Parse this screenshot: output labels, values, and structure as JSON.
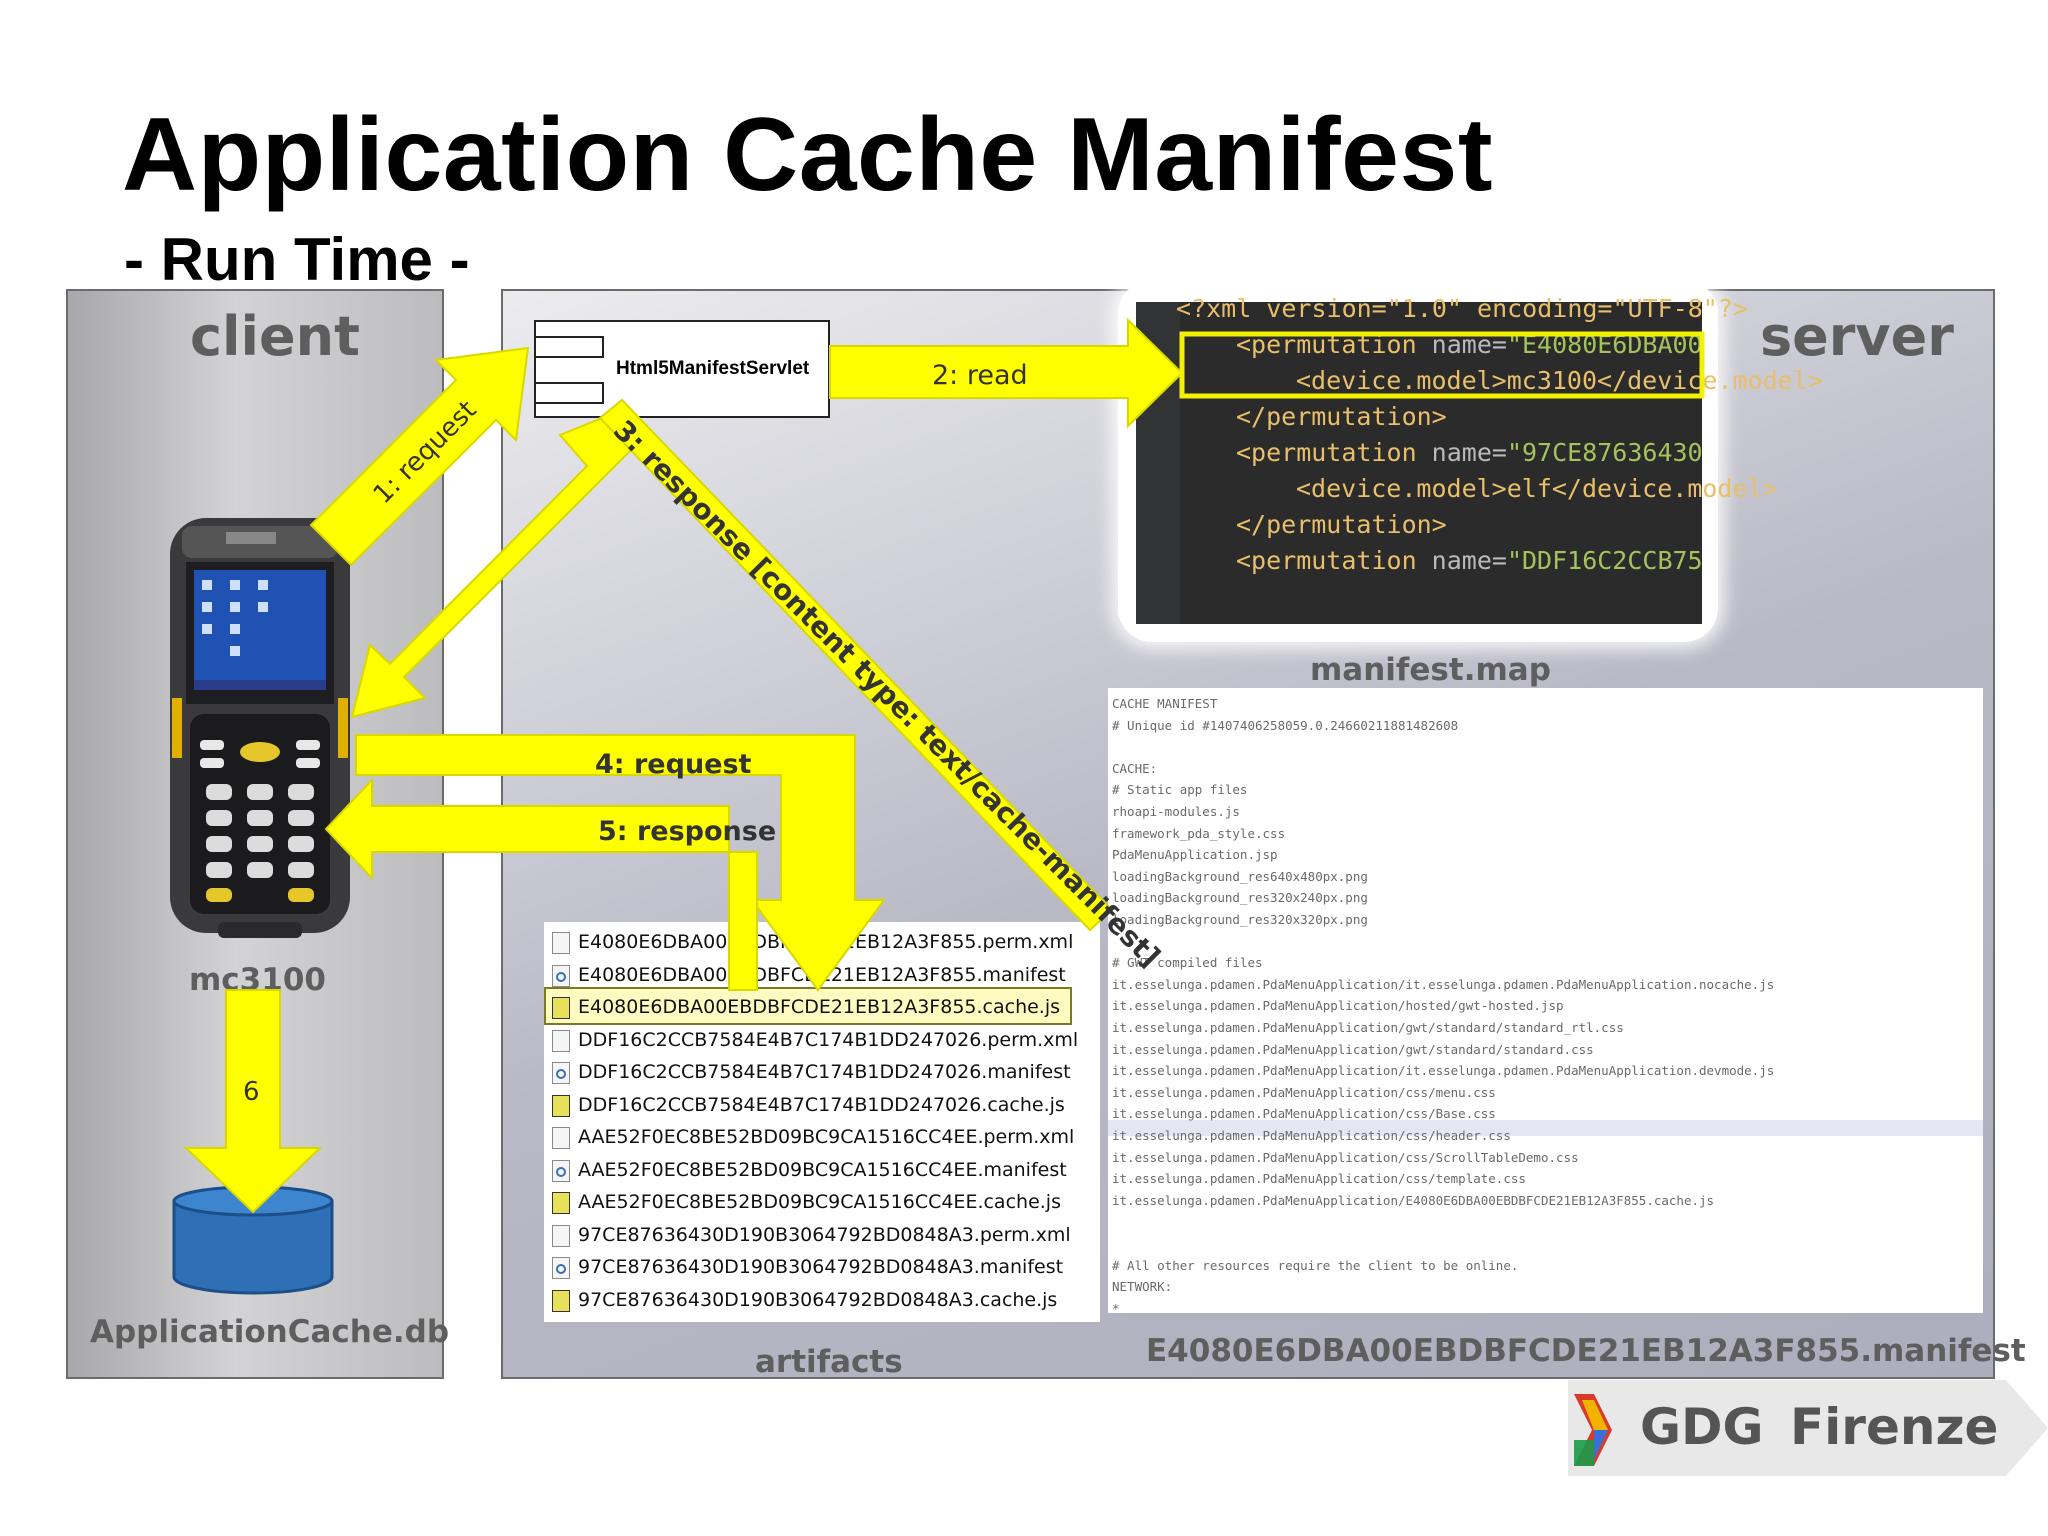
{
  "slide": {
    "title": "Application Cache Manifest",
    "subtitle": "- Run Time -"
  },
  "client": {
    "label": "client",
    "device_label": "mc3100",
    "db_label": "ApplicationCache.db"
  },
  "server": {
    "label": "server",
    "servlet_name": "Html5ManifestServlet",
    "map_caption": "manifest.map",
    "artifacts_caption": "artifacts",
    "manifest_caption": "E4080E6DBA00EBDBFCDE21EB12A3F855.manifest"
  },
  "arrows": {
    "request1": "1: request",
    "read2": "2: read",
    "response3": "3: response [content type: text/cache-manifest]",
    "request4": "4: request",
    "response5": "5: response",
    "store6": "6"
  },
  "code_lines": [
    {
      "tag": "<?xml version=\"1.0\" encoding=\"UTF-8\"?>",
      "indent": 0
    },
    {
      "tag": "<permutation",
      "attr": " name=",
      "val": "\"E4080E6DBA00",
      "indent": 1
    },
    {
      "tag": "<device.model>mc3100</device.model>",
      "indent": 2
    },
    {
      "tag": "</permutation>",
      "indent": 1
    },
    {
      "tag": "<permutation",
      "attr": " name=",
      "val": "\"97CE87636430",
      "indent": 1
    },
    {
      "tag": "<device.model>elf</device.model>",
      "indent": 2
    },
    {
      "tag": "</permutation>",
      "indent": 1
    },
    {
      "tag": "<permutation",
      "attr": " name=",
      "val": "\"DDF16C2CCB75",
      "indent": 1
    }
  ],
  "manifest_lines": [
    "CACHE MANIFEST",
    "# Unique id #1407406258059.0.24660211881482608",
    "",
    "CACHE:",
    "# Static app files",
    "rhoapi-modules.js",
    "framework_pda_style.css",
    "PdaMenuApplication.jsp",
    "loadingBackground_res640x480px.png",
    "loadingBackground_res320x240px.png",
    "loadingBackground_res320x320px.png",
    "",
    "# GWT compiled files",
    "it.esselunga.pdamen.PdaMenuApplication/it.esselunga.pdamen.PdaMenuApplication.nocache.js",
    "it.esselunga.pdamen.PdaMenuApplication/hosted/gwt-hosted.jsp",
    "it.esselunga.pdamen.PdaMenuApplication/gwt/standard/standard_rtl.css",
    "it.esselunga.pdamen.PdaMenuApplication/gwt/standard/standard.css",
    "it.esselunga.pdamen.PdaMenuApplication/it.esselunga.pdamen.PdaMenuApplication.devmode.js",
    "it.esselunga.pdamen.PdaMenuApplication/css/menu.css",
    "it.esselunga.pdamen.PdaMenuApplication/css/Base.css",
    "it.esselunga.pdamen.PdaMenuApplication/css/header.css",
    "it.esselunga.pdamen.PdaMenuApplication/css/ScrollTableDemo.css",
    "it.esselunga.pdamen.PdaMenuApplication/css/template.css",
    "it.esselunga.pdamen.PdaMenuApplication/E4080E6DBA00EBDBFCDE21EB12A3F855.cache.js",
    "",
    "",
    "# All other resources require the client to be online.",
    "NETWORK:",
    "*"
  ],
  "artifacts": [
    {
      "name": "E4080E6DBA00EBDBFCDE21EB12A3F855.perm.xml",
      "kind": "xml"
    },
    {
      "name": "E4080E6DBA00EBDBFCDE21EB12A3F855.manifest",
      "kind": "manifest"
    },
    {
      "name": "E4080E6DBA00EBDBFCDE21EB12A3F855.cache.js",
      "kind": "js",
      "selected": true
    },
    {
      "name": "DDF16C2CCB7584E4B7C174B1DD247026.perm.xml",
      "kind": "xml"
    },
    {
      "name": "DDF16C2CCB7584E4B7C174B1DD247026.manifest",
      "kind": "manifest"
    },
    {
      "name": "DDF16C2CCB7584E4B7C174B1DD247026.cache.js",
      "kind": "js"
    },
    {
      "name": "AAE52F0EC8BE52BD09BC9CA1516CC4EE.perm.xml",
      "kind": "xml"
    },
    {
      "name": "AAE52F0EC8BE52BD09BC9CA1516CC4EE.manifest",
      "kind": "manifest"
    },
    {
      "name": "AAE52F0EC8BE52BD09BC9CA1516CC4EE.cache.js",
      "kind": "js"
    },
    {
      "name": "97CE87636430D190B3064792BD0848A3.perm.xml",
      "kind": "xml"
    },
    {
      "name": "97CE87636430D190B3064792BD0848A3.manifest",
      "kind": "manifest"
    },
    {
      "name": "97CE87636430D190B3064792BD0848A3.cache.js",
      "kind": "js"
    }
  ],
  "logo": {
    "text_gdg": "GDG",
    "text_city": "Firenze"
  },
  "colors": {
    "arrow_fill": "#ffff00",
    "arrow_stroke": "#d8d800",
    "panel_border": "#6b6b6b",
    "db_fill": "#2e6fb5",
    "highlight_box": "#f2f200"
  }
}
